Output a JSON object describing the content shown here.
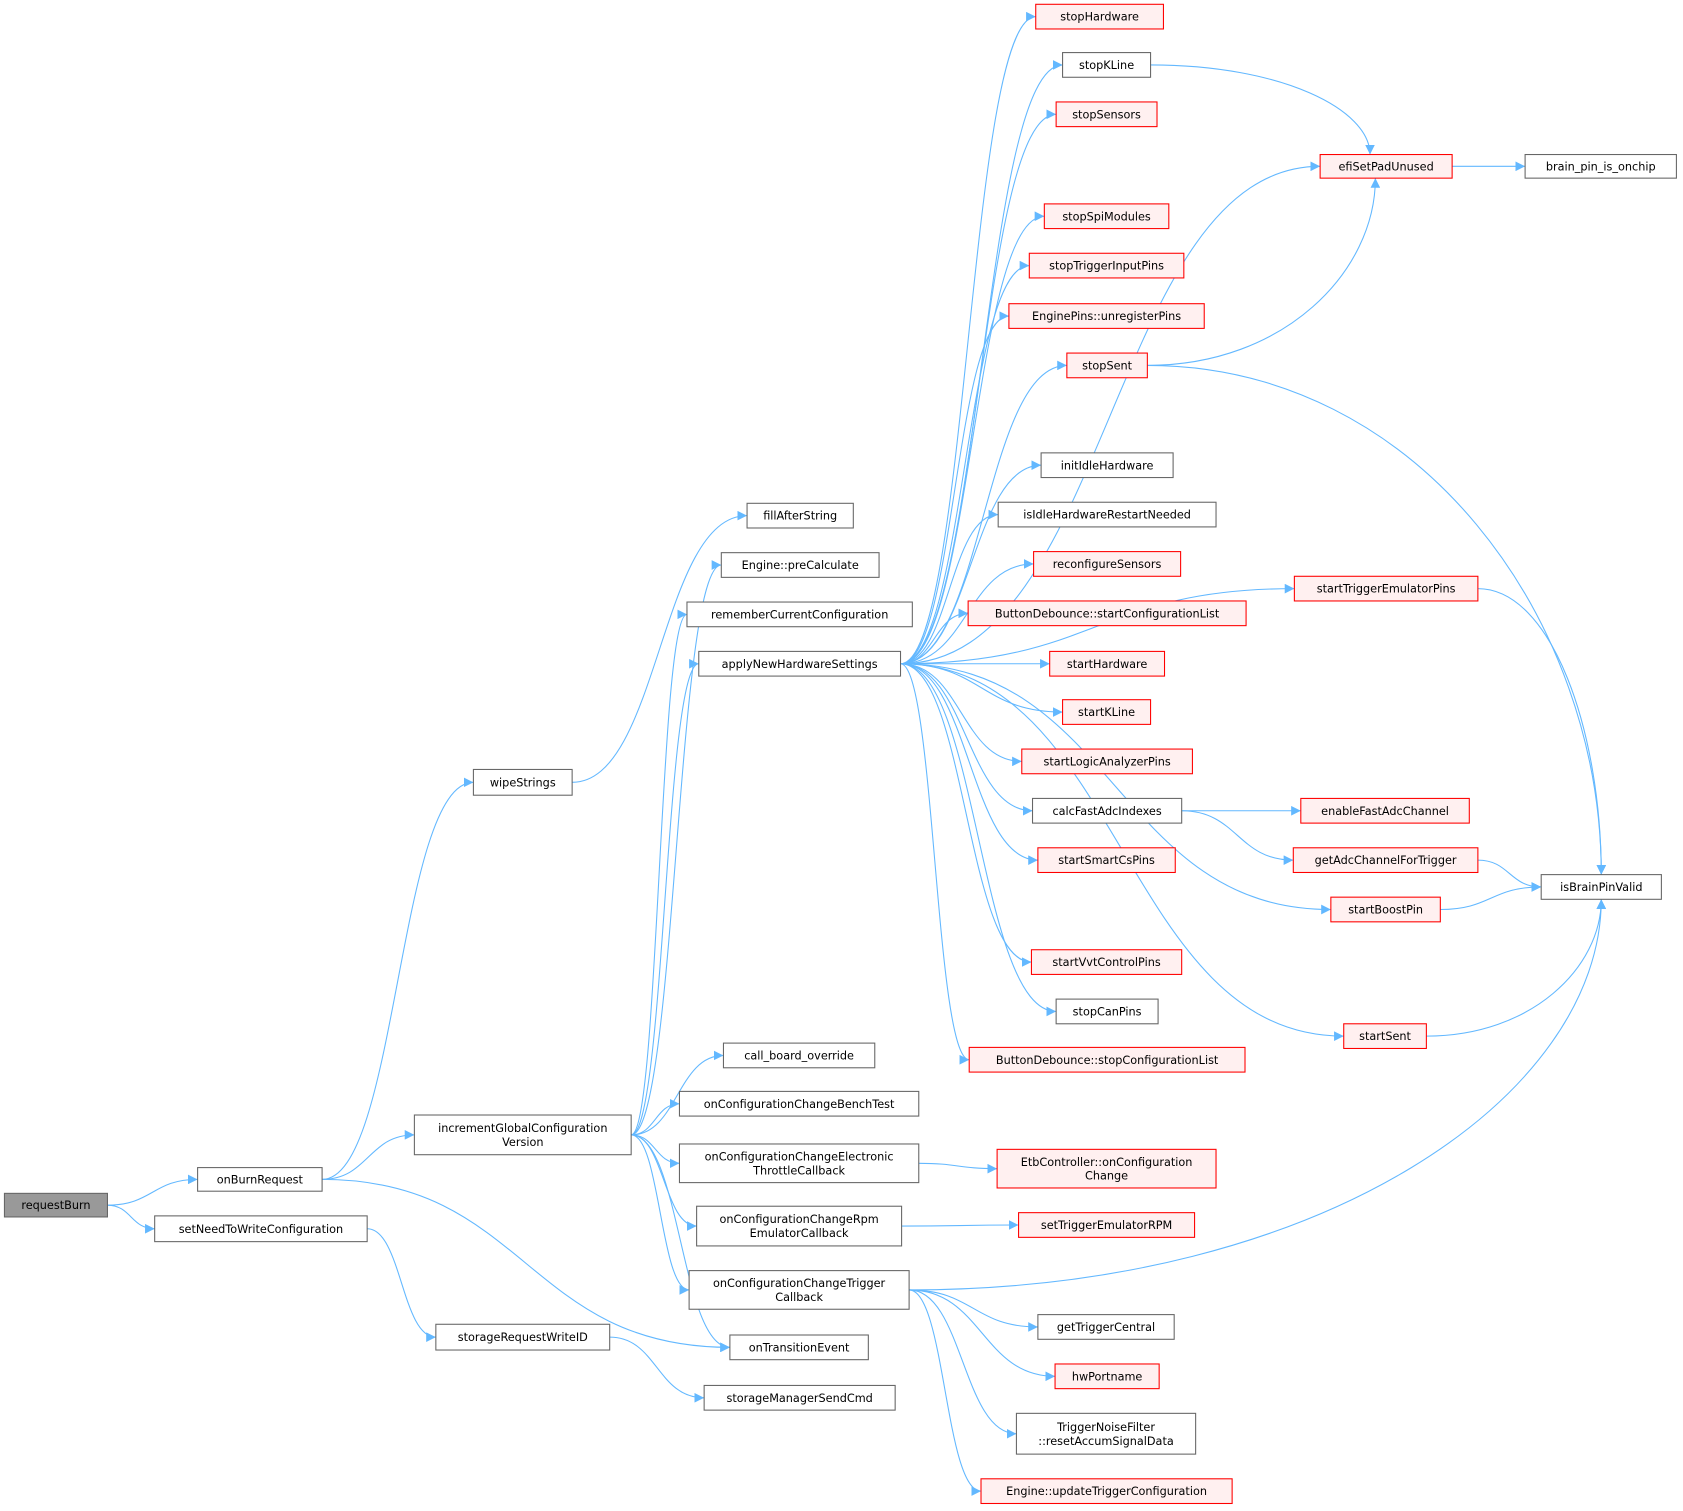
{
  "colors": {
    "edge": "#63b8ff",
    "highlight_border": "#ff0000",
    "highlight_fill": "#fff0f0",
    "root_fill": "#999999"
  },
  "nodes": [
    {
      "id": "requestBurn",
      "label": [
        "requestBurn"
      ],
      "kind": "root"
    },
    {
      "id": "onBurnRequest",
      "label": [
        "onBurnRequest"
      ],
      "kind": "normal"
    },
    {
      "id": "setNeedToWriteConfiguration",
      "label": [
        "setNeedToWriteConfiguration"
      ],
      "kind": "normal"
    },
    {
      "id": "wipeStrings",
      "label": [
        "wipeStrings"
      ],
      "kind": "normal"
    },
    {
      "id": "incrementGlobalConfigurationVersion",
      "label": [
        "incrementGlobalConfiguration",
        "Version"
      ],
      "kind": "normal"
    },
    {
      "id": "storageRequestWriteID",
      "label": [
        "storageRequestWriteID"
      ],
      "kind": "normal"
    },
    {
      "id": "fillAfterString",
      "label": [
        "fillAfterString"
      ],
      "kind": "normal"
    },
    {
      "id": "enginePreCalculate",
      "label": [
        "Engine::preCalculate"
      ],
      "kind": "normal"
    },
    {
      "id": "rememberCurrentConfiguration",
      "label": [
        "rememberCurrentConfiguration"
      ],
      "kind": "normal"
    },
    {
      "id": "applyNewHardwareSettings",
      "label": [
        "applyNewHardwareSettings"
      ],
      "kind": "normal"
    },
    {
      "id": "call_board_override",
      "label": [
        "call_board_override"
      ],
      "kind": "normal"
    },
    {
      "id": "onConfigurationChangeBenchTest",
      "label": [
        "onConfigurationChangeBenchTest"
      ],
      "kind": "normal"
    },
    {
      "id": "onConfigurationChangeElectronicThrottleCallback",
      "label": [
        "onConfigurationChangeElectronic",
        "ThrottleCallback"
      ],
      "kind": "normal"
    },
    {
      "id": "onConfigurationChangeRpmEmulatorCallback",
      "label": [
        "onConfigurationChangeRpm",
        "EmulatorCallback"
      ],
      "kind": "normal"
    },
    {
      "id": "onConfigurationChangeTriggerCallback",
      "label": [
        "onConfigurationChangeTrigger",
        "Callback"
      ],
      "kind": "normal"
    },
    {
      "id": "onTransitionEvent",
      "label": [
        "onTransitionEvent"
      ],
      "kind": "normal"
    },
    {
      "id": "storageManagerSendCmd",
      "label": [
        "storageManagerSendCmd"
      ],
      "kind": "normal"
    },
    {
      "id": "stopHardware",
      "label": [
        "stopHardware"
      ],
      "kind": "red"
    },
    {
      "id": "stopKLine",
      "label": [
        "stopKLine"
      ],
      "kind": "normal"
    },
    {
      "id": "stopSensors",
      "label": [
        "stopSensors"
      ],
      "kind": "red"
    },
    {
      "id": "stopSpiModules",
      "label": [
        "stopSpiModules"
      ],
      "kind": "red"
    },
    {
      "id": "stopTriggerInputPins",
      "label": [
        "stopTriggerInputPins"
      ],
      "kind": "red"
    },
    {
      "id": "unregisterPins",
      "label": [
        "EnginePins::unregisterPins"
      ],
      "kind": "red"
    },
    {
      "id": "stopSent",
      "label": [
        "stopSent"
      ],
      "kind": "red"
    },
    {
      "id": "initIdleHardware",
      "label": [
        "initIdleHardware"
      ],
      "kind": "normal"
    },
    {
      "id": "isIdleHardwareRestartNeeded",
      "label": [
        "isIdleHardwareRestartNeeded"
      ],
      "kind": "normal"
    },
    {
      "id": "reconfigureSensors",
      "label": [
        "reconfigureSensors"
      ],
      "kind": "red"
    },
    {
      "id": "startConfigurationList",
      "label": [
        "ButtonDebounce::startConfigurationList"
      ],
      "kind": "red"
    },
    {
      "id": "startHardware",
      "label": [
        "startHardware"
      ],
      "kind": "red"
    },
    {
      "id": "startKLine",
      "label": [
        "startKLine"
      ],
      "kind": "red"
    },
    {
      "id": "startLogicAnalyzerPins",
      "label": [
        "startLogicAnalyzerPins"
      ],
      "kind": "red"
    },
    {
      "id": "calcFastAdcIndexes",
      "label": [
        "calcFastAdcIndexes"
      ],
      "kind": "normal"
    },
    {
      "id": "startSmartCsPins",
      "label": [
        "startSmartCsPins"
      ],
      "kind": "red"
    },
    {
      "id": "startVvtControlPins",
      "label": [
        "startVvtControlPins"
      ],
      "kind": "red"
    },
    {
      "id": "stopCanPins",
      "label": [
        "stopCanPins"
      ],
      "kind": "normal"
    },
    {
      "id": "stopConfigurationList",
      "label": [
        "ButtonDebounce::stopConfigurationList"
      ],
      "kind": "red"
    },
    {
      "id": "etbOnConfigurationChange",
      "label": [
        "EtbController::onConfiguration",
        "Change"
      ],
      "kind": "red"
    },
    {
      "id": "setTriggerEmulatorRPM",
      "label": [
        "setTriggerEmulatorRPM"
      ],
      "kind": "red"
    },
    {
      "id": "getTriggerCentral",
      "label": [
        "getTriggerCentral"
      ],
      "kind": "normal"
    },
    {
      "id": "hwPortname",
      "label": [
        "hwPortname"
      ],
      "kind": "red"
    },
    {
      "id": "resetAccumSignalData",
      "label": [
        "TriggerNoiseFilter",
        "::resetAccumSignalData"
      ],
      "kind": "normal"
    },
    {
      "id": "updateTriggerConfiguration",
      "label": [
        "Engine::updateTriggerConfiguration"
      ],
      "kind": "red"
    },
    {
      "id": "efiSetPadUnused",
      "label": [
        "efiSetPadUnused"
      ],
      "kind": "red"
    },
    {
      "id": "startTriggerEmulatorPins",
      "label": [
        "startTriggerEmulatorPins"
      ],
      "kind": "red"
    },
    {
      "id": "enableFastAdcChannel",
      "label": [
        "enableFastAdcChannel"
      ],
      "kind": "red"
    },
    {
      "id": "getAdcChannelForTrigger",
      "label": [
        "getAdcChannelForTrigger"
      ],
      "kind": "red"
    },
    {
      "id": "startBoostPin",
      "label": [
        "startBoostPin"
      ],
      "kind": "red"
    },
    {
      "id": "startSent",
      "label": [
        "startSent"
      ],
      "kind": "red"
    },
    {
      "id": "brain_pin_is_onchip",
      "label": [
        "brain_pin_is_onchip"
      ],
      "kind": "normal"
    },
    {
      "id": "isBrainPinValid",
      "label": [
        "isBrainPinValid"
      ],
      "kind": "normal"
    }
  ],
  "edges": [
    [
      "requestBurn",
      "onBurnRequest"
    ],
    [
      "requestBurn",
      "setNeedToWriteConfiguration"
    ],
    [
      "onBurnRequest",
      "wipeStrings"
    ],
    [
      "onBurnRequest",
      "incrementGlobalConfigurationVersion"
    ],
    [
      "onBurnRequest",
      "onTransitionEvent"
    ],
    [
      "setNeedToWriteConfiguration",
      "storageRequestWriteID"
    ],
    [
      "storageRequestWriteID",
      "storageManagerSendCmd"
    ],
    [
      "wipeStrings",
      "fillAfterString"
    ],
    [
      "incrementGlobalConfigurationVersion",
      "enginePreCalculate"
    ],
    [
      "incrementGlobalConfigurationVersion",
      "rememberCurrentConfiguration"
    ],
    [
      "incrementGlobalConfigurationVersion",
      "applyNewHardwareSettings"
    ],
    [
      "incrementGlobalConfigurationVersion",
      "call_board_override"
    ],
    [
      "incrementGlobalConfigurationVersion",
      "onConfigurationChangeBenchTest"
    ],
    [
      "incrementGlobalConfigurationVersion",
      "onConfigurationChangeElectronicThrottleCallback"
    ],
    [
      "incrementGlobalConfigurationVersion",
      "onConfigurationChangeRpmEmulatorCallback"
    ],
    [
      "incrementGlobalConfigurationVersion",
      "onConfigurationChangeTriggerCallback"
    ],
    [
      "incrementGlobalConfigurationVersion",
      "onTransitionEvent"
    ],
    [
      "applyNewHardwareSettings",
      "stopHardware"
    ],
    [
      "applyNewHardwareSettings",
      "stopKLine"
    ],
    [
      "applyNewHardwareSettings",
      "stopSensors"
    ],
    [
      "applyNewHardwareSettings",
      "efiSetPadUnused"
    ],
    [
      "applyNewHardwareSettings",
      "stopSpiModules"
    ],
    [
      "applyNewHardwareSettings",
      "stopTriggerInputPins"
    ],
    [
      "applyNewHardwareSettings",
      "unregisterPins"
    ],
    [
      "applyNewHardwareSettings",
      "stopSent"
    ],
    [
      "applyNewHardwareSettings",
      "startTriggerEmulatorPins"
    ],
    [
      "applyNewHardwareSettings",
      "initIdleHardware"
    ],
    [
      "applyNewHardwareSettings",
      "isIdleHardwareRestartNeeded"
    ],
    [
      "applyNewHardwareSettings",
      "reconfigureSensors"
    ],
    [
      "applyNewHardwareSettings",
      "startConfigurationList"
    ],
    [
      "applyNewHardwareSettings",
      "startHardware"
    ],
    [
      "applyNewHardwareSettings",
      "startKLine"
    ],
    [
      "applyNewHardwareSettings",
      "startLogicAnalyzerPins"
    ],
    [
      "applyNewHardwareSettings",
      "calcFastAdcIndexes"
    ],
    [
      "applyNewHardwareSettings",
      "startSmartCsPins"
    ],
    [
      "applyNewHardwareSettings",
      "startBoostPin"
    ],
    [
      "applyNewHardwareSettings",
      "startVvtControlPins"
    ],
    [
      "applyNewHardwareSettings",
      "stopCanPins"
    ],
    [
      "applyNewHardwareSettings",
      "stopConfigurationList"
    ],
    [
      "applyNewHardwareSettings",
      "startSent"
    ],
    [
      "stopKLine",
      "efiSetPadUnused"
    ],
    [
      "stopSent",
      "efiSetPadUnused"
    ],
    [
      "stopSent",
      "isBrainPinValid"
    ],
    [
      "efiSetPadUnused",
      "brain_pin_is_onchip"
    ],
    [
      "startTriggerEmulatorPins",
      "isBrainPinValid"
    ],
    [
      "calcFastAdcIndexes",
      "enableFastAdcChannel"
    ],
    [
      "calcFastAdcIndexes",
      "getAdcChannelForTrigger"
    ],
    [
      "getAdcChannelForTrigger",
      "isBrainPinValid"
    ],
    [
      "startBoostPin",
      "isBrainPinValid"
    ],
    [
      "startSent",
      "isBrainPinValid"
    ],
    [
      "onConfigurationChangeElectronicThrottleCallback",
      "etbOnConfigurationChange"
    ],
    [
      "onConfigurationChangeRpmEmulatorCallback",
      "setTriggerEmulatorRPM"
    ],
    [
      "onConfigurationChangeTriggerCallback",
      "isBrainPinValid"
    ],
    [
      "onConfigurationChangeTriggerCallback",
      "getTriggerCentral"
    ],
    [
      "onConfigurationChangeTriggerCallback",
      "hwPortname"
    ],
    [
      "onConfigurationChangeTriggerCallback",
      "resetAccumSignalData"
    ],
    [
      "onConfigurationChangeTriggerCallback",
      "updateTriggerConfiguration"
    ]
  ]
}
